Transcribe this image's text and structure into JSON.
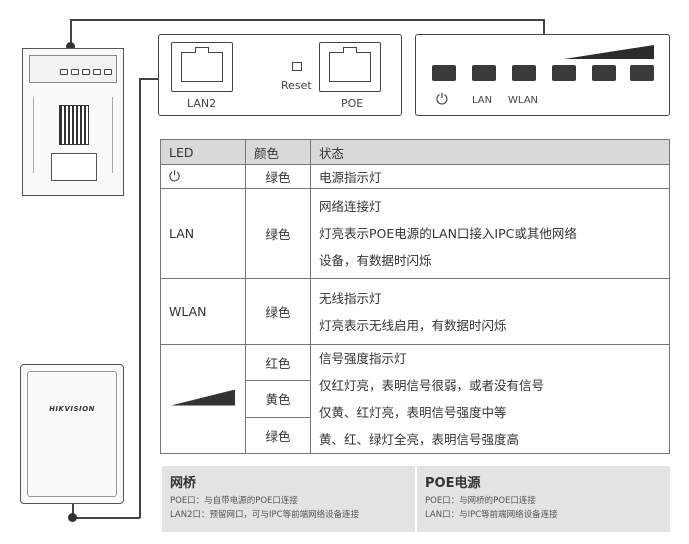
{
  "port_panel": {
    "lan2_label": "LAN2",
    "reset_label": "Reset",
    "poe_label": "POE"
  },
  "led_panel": {
    "power_symbol": "⏻",
    "lan_label": "LAN",
    "wlan_label": "WLAN"
  },
  "device": {
    "brand": "HIKVISION"
  },
  "table": {
    "headers": [
      "LED",
      "颜色",
      "状态"
    ],
    "rows": [
      {
        "led": "⏻",
        "color": "绿色",
        "state": [
          "电源指示灯"
        ]
      },
      {
        "led": "LAN",
        "color": "绿色",
        "state": [
          "网络连接灯",
          "灯亮表示POE电源的LAN口接入IPC或其他网络",
          "设备，有数据时闪烁"
        ]
      },
      {
        "led": "WLAN",
        "color": "绿色",
        "state": [
          "无线指示灯",
          "灯亮表示无线启用，有数据时闪烁"
        ]
      }
    ],
    "signal_row": {
      "colors": [
        "红色",
        "黄色",
        "绿色"
      ],
      "state": [
        "信号强度指示灯",
        "仅红灯亮，表明信号很弱，或者没有信号",
        "仅黄、红灯亮，表明信号强度中等",
        "黄、红、绿灯全亮，表明信号强度高"
      ]
    }
  },
  "info": {
    "bridge": {
      "title": "网桥",
      "lines": [
        "POE口：与自带电源的POE口连接",
        "LAN2口：预留网口，可与IPC等前端网络设备连接"
      ]
    },
    "poe_power": {
      "title": "POE电源",
      "lines": [
        "POE口：与网桥的POE口连接",
        "LAN口：与IPC等前端网络设备连接"
      ]
    }
  }
}
